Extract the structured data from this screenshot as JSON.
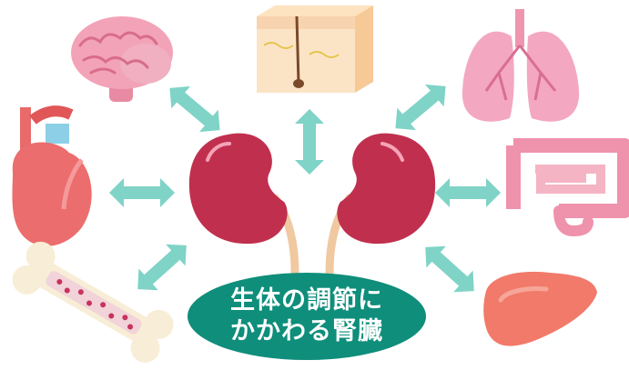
{
  "center_label": {
    "line1": "生体の調節に",
    "line2": "かかわる腎臓"
  },
  "organs": [
    "brain",
    "skin",
    "lungs",
    "heart",
    "intestines",
    "bone",
    "liver",
    "kidneys"
  ],
  "colors": {
    "kidney": "#c0304e",
    "arrow": "#7fd3c7",
    "label_bg": "#0e8e7b",
    "ureter": "#f0c9a0"
  }
}
